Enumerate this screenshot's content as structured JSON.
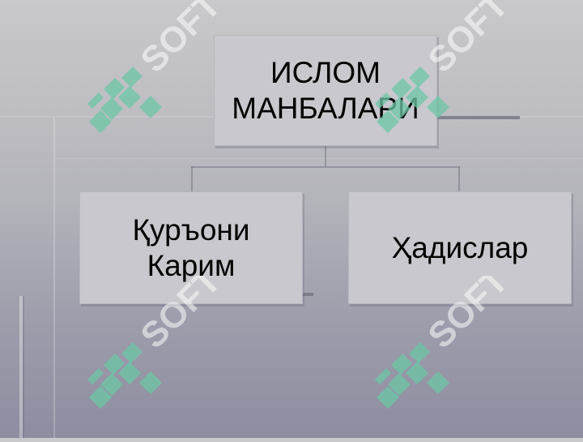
{
  "diagram": {
    "root": {
      "label": "ИСЛОМ\nМАНБАЛАРИ"
    },
    "children": [
      {
        "label": "Қуръони\nКарим"
      },
      {
        "label": "Ҳадислар"
      }
    ]
  },
  "watermark": {
    "text": "SOFT",
    "mark_color": "#6cc7a6",
    "text_color": "#ffffff"
  },
  "colors": {
    "box_fill": "#c8c8ce",
    "background_top": "#c9c9cc",
    "background_bottom": "#8d8da0"
  }
}
